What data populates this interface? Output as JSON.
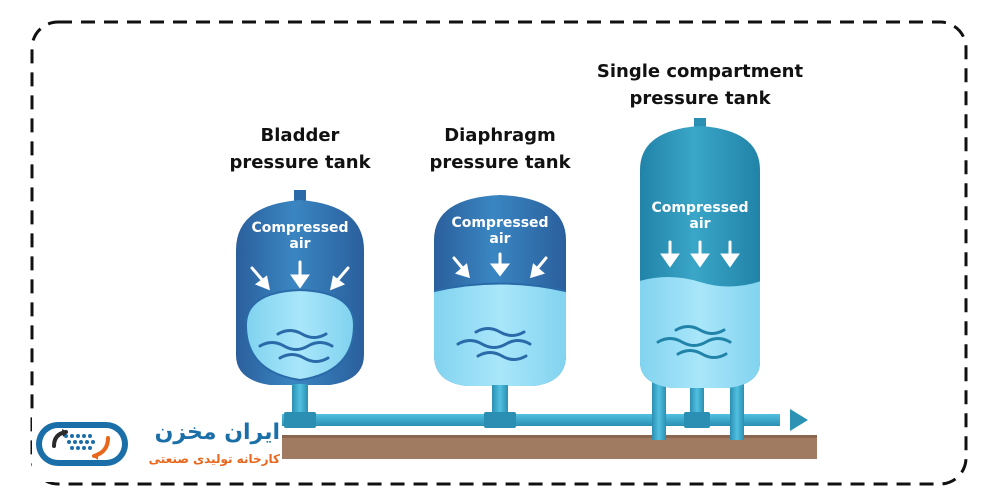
{
  "tanks": [
    {
      "name": "bladder",
      "title_line1": "Bladder",
      "title_line2": "pressure tank",
      "inner_line1": "Compressed",
      "inner_line2": "air"
    },
    {
      "name": "diaphragm",
      "title_line1": "Diaphragm",
      "title_line2": "pressure tank",
      "inner_line1": "Compressed",
      "inner_line2": "air"
    },
    {
      "name": "single-compartment",
      "title_line1": "Single compartment",
      "title_line2": "pressure tank",
      "inner_line1": "Compressed",
      "inner_line2": "air"
    }
  ],
  "logo": {
    "brand": "ایران مخزن",
    "tagline": "کارخانه تولیدی صنعتی"
  },
  "colors": {
    "tank_dark": "#2b6ea8",
    "tank_mid": "#2d91b8",
    "water": "#8fdcf5",
    "pipe": "#3aa7c9",
    "ground": "#a07b62",
    "frame": "#111111"
  }
}
